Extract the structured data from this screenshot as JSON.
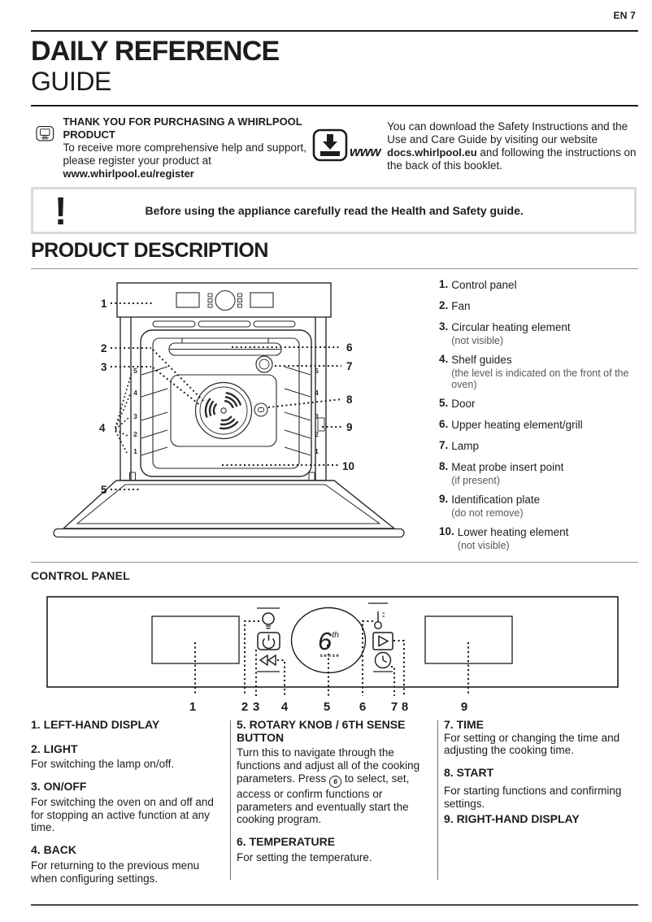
{
  "page": {
    "number_label": "EN 7"
  },
  "title": {
    "line1": "DAILY REFERENCE",
    "line2": "GUIDE"
  },
  "icons": {
    "register": "computer-monitor-icon",
    "download": "download-www-icon",
    "warning": "exclamation-icon",
    "www_word": "www"
  },
  "intro": {
    "register": {
      "heading": "THANK YOU FOR PURCHASING A WHIRLPOOL PRODUCT",
      "body": "To receive more comprehensive help and support, please register your product at",
      "link": "www.whirlpool.eu/register"
    },
    "download": {
      "body_pre": "You can download the Safety Instructions and the Use and Care Guide by visiting our website ",
      "link": "docs.whirlpool.eu",
      "body_post": " and following the instructions on the back of this booklet."
    }
  },
  "warning": {
    "text": "Before using the appliance carefully read the Health and Safety guide."
  },
  "product_description": {
    "heading": "PRODUCT DESCRIPTION",
    "items": [
      {
        "num": "1.",
        "label": "Control panel",
        "note": ""
      },
      {
        "num": "2.",
        "label": "Fan",
        "note": ""
      },
      {
        "num": "3.",
        "label": "Circular heating element",
        "note": "(not visible)"
      },
      {
        "num": "4.",
        "label": "Shelf guides",
        "note": "(the level is indicated on the front of the oven)"
      },
      {
        "num": "5.",
        "label": "Door",
        "note": ""
      },
      {
        "num": "6.",
        "label": "Upper heating element/grill",
        "note": ""
      },
      {
        "num": "7.",
        "label": "Lamp",
        "note": ""
      },
      {
        "num": "8.",
        "label": "Meat probe insert point",
        "note": "(if present)"
      },
      {
        "num": "9.",
        "label": "Identification plate",
        "note": "(do not remove)"
      },
      {
        "num": "10.",
        "label": "Lower heating element",
        "note": "(not visible)"
      }
    ]
  },
  "diagram": {
    "left_callouts": [
      "1",
      "2",
      "3",
      "4",
      "5"
    ],
    "right_callouts": [
      "6",
      "7",
      "8",
      "9",
      "10"
    ],
    "shelf_levels": [
      "5",
      "4",
      "3",
      "2",
      "1"
    ]
  },
  "control_panel": {
    "heading": "CONTROL PANEL",
    "knob_main": "6",
    "knob_sup": "th",
    "knob_sub": "sense",
    "callout_numbers": [
      "1",
      "2",
      "3",
      "4",
      "5",
      "6",
      "7",
      "8",
      "9"
    ]
  },
  "legend": {
    "columns": [
      {
        "entries": [
          {
            "heading": "1. LEFT-HAND DISPLAY",
            "body": ""
          },
          {
            "heading": "2. LIGHT",
            "body": "For switching the lamp on/off."
          },
          {
            "heading": "3. ON/OFF",
            "body": "For switching the oven on and off and for stopping an active function at any time."
          },
          {
            "heading": "4. BACK",
            "body": "For returning to the previous menu when configuring settings."
          }
        ]
      },
      {
        "entries": [
          {
            "heading": "5. ROTARY KNOB / 6TH SENSE BUTTON",
            "body_pre": "Turn this to navigate through the functions and adjust all of the cooking parameters. Press",
            "icon": "6",
            "body_post": "to select, set, access or confirm functions or parameters and eventually start the cooking program."
          },
          {
            "heading": "6. TEMPERATURE",
            "body": "For setting the temperature."
          }
        ]
      },
      {
        "entries": [
          {
            "heading": "7. TIME",
            "body": "For setting or changing the time and adjusting the cooking time."
          },
          {
            "heading": "8. START",
            "body": "For starting functions and confirming settings."
          },
          {
            "heading": "9. RIGHT-HAND DISPLAY",
            "body": ""
          }
        ]
      }
    ]
  }
}
